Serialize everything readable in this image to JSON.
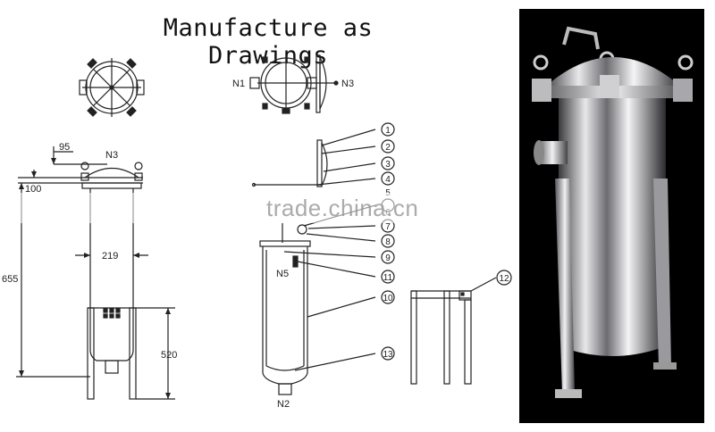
{
  "title": "Manufacture as Drawings",
  "watermark": "trade.china.cn",
  "colors": {
    "line": "#222222",
    "steel_light": "#e8e8ea",
    "steel_dark": "#3a3a3e",
    "photo_bg": "#000000"
  },
  "front_view": {
    "nozzle_top": "N3",
    "dim_offset": "95",
    "dim_lid": "100",
    "dim_width": "219",
    "dim_total_height": "655",
    "dim_leg_height": "520"
  },
  "top_view_side": {
    "left": "N1",
    "right": "N3"
  },
  "section_view": {
    "vent": "N5",
    "outlet": "N2"
  },
  "callouts": [
    "1",
    "2",
    "3",
    "4",
    "5",
    "6",
    "7",
    "8",
    "9",
    "10",
    "11",
    "12",
    "13"
  ]
}
